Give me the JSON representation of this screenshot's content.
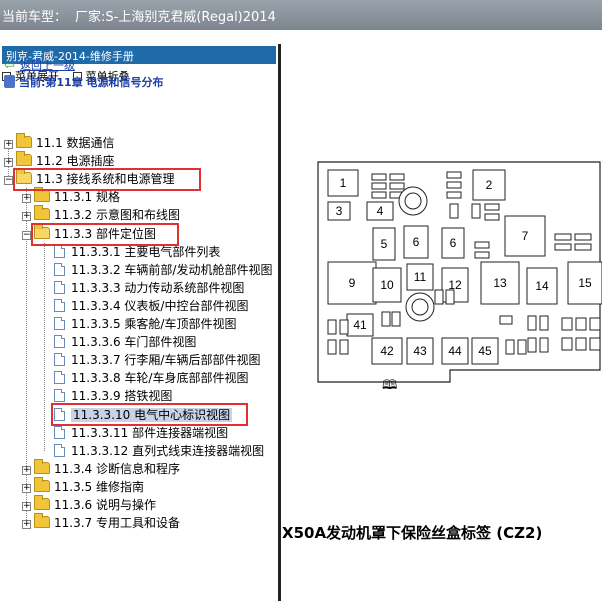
{
  "window": {
    "model_label": "当前车型：",
    "model_value": "厂家:S-上海别克君威(Regal)2014"
  },
  "panel": {
    "title": "别克-君威-2014-维修手册",
    "expand_label": "菜单展开",
    "collapse_label": "菜单折叠",
    "back_label": "返回上一级",
    "current_label": "当前:第11章 电源和信号分布"
  },
  "tree": [
    {
      "label": "11.1 数据通信",
      "level": 0,
      "state": "collapsed",
      "type": "folder"
    },
    {
      "label": "11.2 电源插座",
      "level": 0,
      "state": "collapsed",
      "type": "folder"
    },
    {
      "label": "11.3 接线系统和电源管理",
      "level": 0,
      "state": "expanded",
      "type": "folder",
      "highlight": true
    },
    {
      "label": "11.3.1 规格",
      "level": 1,
      "state": "collapsed",
      "type": "folder"
    },
    {
      "label": "11.3.2 示意图和布线图",
      "level": 1,
      "state": "collapsed",
      "type": "folder"
    },
    {
      "label": "11.3.3 部件定位图",
      "level": 1,
      "state": "expanded",
      "type": "folder",
      "highlight": true
    },
    {
      "label": "11.3.3.1 主要电气部件列表",
      "level": 2,
      "type": "doc"
    },
    {
      "label": "11.3.3.2 车辆前部/发动机舱部件视图",
      "level": 2,
      "type": "doc"
    },
    {
      "label": "11.3.3.3 动力传动系统部件视图",
      "level": 2,
      "type": "doc"
    },
    {
      "label": "11.3.3.4 仪表板/中控台部件视图",
      "level": 2,
      "type": "doc"
    },
    {
      "label": "11.3.3.5 乘客舱/车顶部件视图",
      "level": 2,
      "type": "doc"
    },
    {
      "label": "11.3.3.6 车门部件视图",
      "level": 2,
      "type": "doc"
    },
    {
      "label": "11.3.3.7 行李厢/车辆后部部件视图",
      "level": 2,
      "type": "doc"
    },
    {
      "label": "11.3.3.8 车轮/车身底部部件视图",
      "level": 2,
      "type": "doc"
    },
    {
      "label": "11.3.3.9 搭铁视图",
      "level": 2,
      "type": "doc"
    },
    {
      "label": "11.3.3.10 电气中心标识视图",
      "level": 2,
      "type": "doc",
      "selected": true,
      "highlight": true
    },
    {
      "label": "11.3.3.11 部件连接器端视图",
      "level": 2,
      "type": "doc"
    },
    {
      "label": "11.3.3.12 直列式线束连接器端视图",
      "level": 2,
      "type": "doc"
    },
    {
      "label": "11.3.4 诊断信息和程序",
      "level": 1,
      "state": "collapsed",
      "type": "folder"
    },
    {
      "label": "11.3.5 维修指南",
      "level": 1,
      "state": "collapsed",
      "type": "folder"
    },
    {
      "label": "11.3.6 说明与操作",
      "level": 1,
      "state": "collapsed",
      "type": "folder"
    },
    {
      "label": "11.3.7 专用工具和设备",
      "level": 1,
      "state": "collapsed",
      "type": "folder"
    }
  ],
  "content": {
    "caption": "X50A发动机罩下保险丝盒标签 (CZ2)",
    "fuse_labels": [
      "1",
      "2",
      "3",
      "4",
      "5",
      "6",
      "6",
      "7",
      "9",
      "10",
      "11",
      "12",
      "13",
      "14",
      "15",
      "41",
      "42",
      "43",
      "44",
      "45"
    ]
  }
}
